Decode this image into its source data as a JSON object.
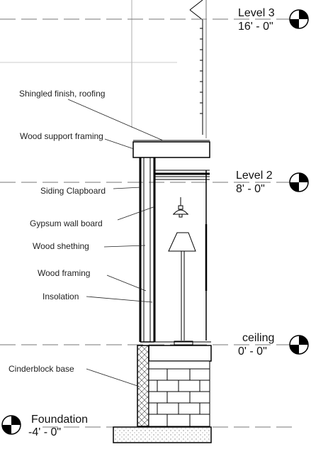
{
  "levels": [
    {
      "name": "Level 3",
      "elevation": "16' - 0\""
    },
    {
      "name": "Level 2",
      "elevation": "8' - 0\""
    },
    {
      "name": "ceiling",
      "elevation": "0' - 0\""
    },
    {
      "name": "Foundation",
      "elevation": "-4' - 0\""
    }
  ],
  "notes": [
    "Shingled finish, roofing",
    "Wood support framing",
    "Siding Clapboard",
    "Gypsum wall board",
    "Wood shething",
    "Wood framing",
    "Insolation",
    "Cinderblock base"
  ]
}
